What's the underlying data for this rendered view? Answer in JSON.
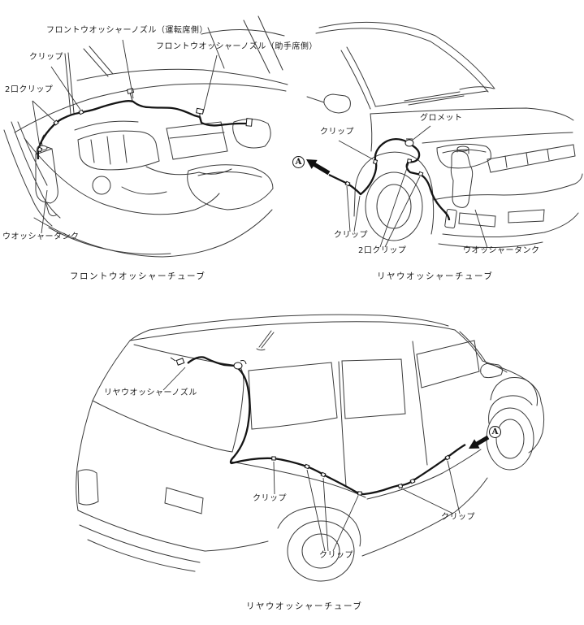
{
  "front": {
    "caption": "フロントウオッシャーチューブ",
    "labels": {
      "nozzle_driver": "フロントウオッシャーノズル（運転席側）",
      "nozzle_passenger": "フロントウオッシャーノズル（助手席側）",
      "clip": "クリップ",
      "two_port_clip": "2口クリップ",
      "washer_tank": "ウオッシャータンク"
    }
  },
  "rear_front": {
    "caption": "リヤウオッシャーチューブ",
    "labels": {
      "grommet": "グロメット",
      "clip_upper": "クリップ",
      "clip_lower": "クリップ",
      "two_port_clip": "2口クリップ",
      "washer_tank": "ウオッシャータンク"
    },
    "marker": "A"
  },
  "rear_body": {
    "caption": "リヤウオッシャーチューブ",
    "labels": {
      "nozzle": "リヤウオッシャーノズル",
      "clip_left": "クリップ",
      "clip_center": "クリップ",
      "clip_right": "クリップ"
    },
    "marker": "A"
  },
  "colors": {
    "line": "#3a3a3a",
    "tube": "#151515"
  }
}
